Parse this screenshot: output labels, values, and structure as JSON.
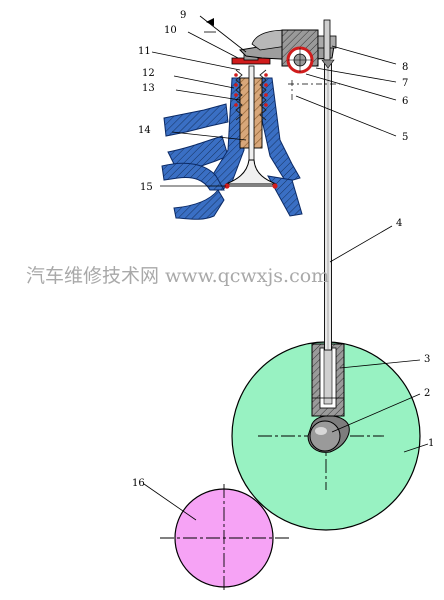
{
  "diagram": {
    "labels": [
      {
        "id": "1",
        "text": "1"
      },
      {
        "id": "2",
        "text": "2"
      },
      {
        "id": "3",
        "text": "3"
      },
      {
        "id": "4",
        "text": "4"
      },
      {
        "id": "5",
        "text": "5"
      },
      {
        "id": "6",
        "text": "6"
      },
      {
        "id": "7",
        "text": "7"
      },
      {
        "id": "8",
        "text": "8"
      },
      {
        "id": "9",
        "text": "9"
      },
      {
        "id": "10",
        "text": "10"
      },
      {
        "id": "11",
        "text": "11"
      },
      {
        "id": "12",
        "text": "12"
      },
      {
        "id": "13",
        "text": "13"
      },
      {
        "id": "14",
        "text": "14"
      },
      {
        "id": "15",
        "text": "15"
      },
      {
        "id": "16",
        "text": "16"
      }
    ],
    "watermark": "汽车维修技术网 www.qcwxjs.com",
    "colors": {
      "cylinder_head": "#3a6fc4",
      "camshaft_gear": "#98f2c2",
      "crank_gear": "#f6a3f5",
      "outline": "#000000",
      "tappet": "#8c8c8c",
      "seat_red": "#d01c1c"
    }
  }
}
